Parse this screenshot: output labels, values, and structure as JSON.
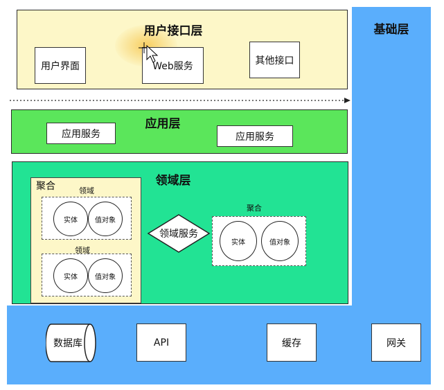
{
  "infrastructure": {
    "title": "基础层",
    "db_label": "数据库",
    "api_label": "API",
    "cache_label": "缓存",
    "gateway_label": "网关"
  },
  "ui_layer": {
    "title": "用户接口层",
    "boxes": [
      "用户界面",
      "Web服务",
      "其他接口"
    ]
  },
  "app_layer": {
    "title": "应用层",
    "boxes": [
      "应用服务",
      "应用服务"
    ]
  },
  "domain_layer": {
    "title": "领域层",
    "aggregate_panel": {
      "label": "聚合",
      "domains": [
        {
          "label": "领域",
          "entity": "实体",
          "value_object": "值对象"
        },
        {
          "label": "领域",
          "entity": "实体",
          "value_object": "值对象"
        }
      ]
    },
    "domain_service": "领域服务",
    "aggregate": {
      "label": "聚合",
      "entity": "实体",
      "value_object": "值对象"
    }
  },
  "colors": {
    "infrastructure": "#5aaefc",
    "ui_layer": "#fdf7c8",
    "app_layer": "#5be65b",
    "domain_layer": "#22e394"
  }
}
